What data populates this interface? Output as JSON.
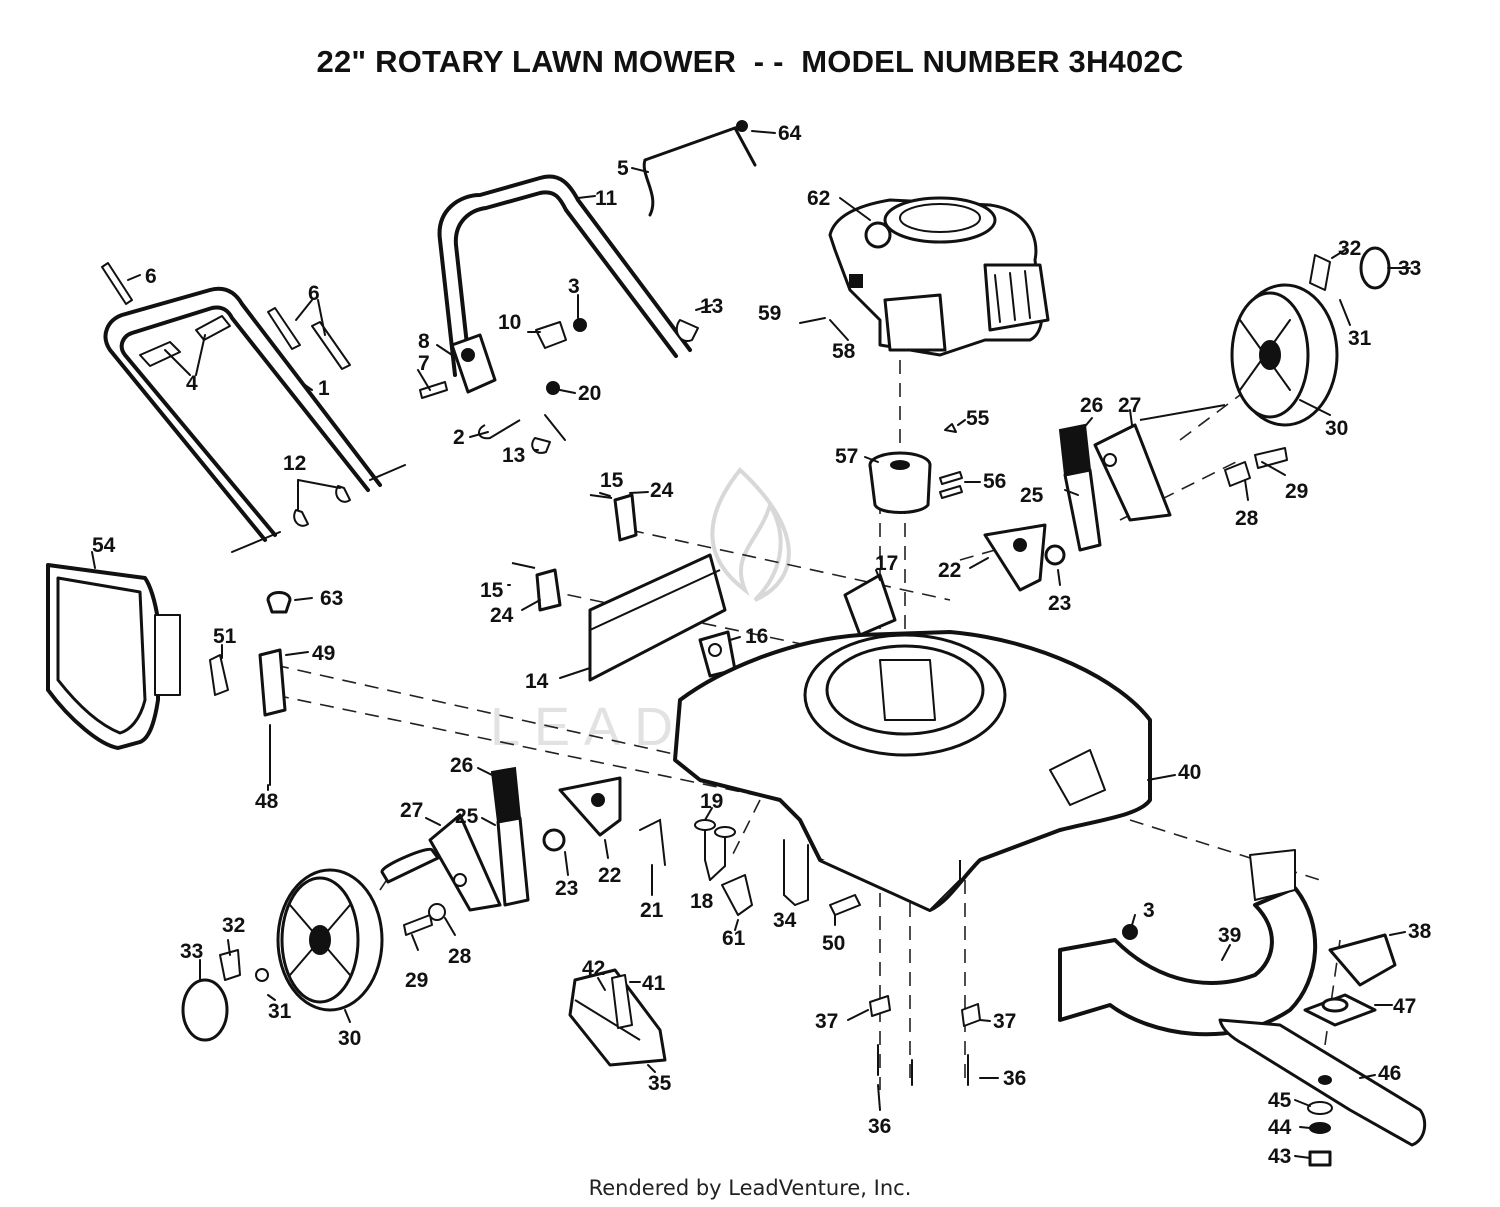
{
  "title": "22\" ROTARY LAWN MOWER  - -  MODEL NUMBER 3H402C",
  "footer": "Rendered by LeadVenture, Inc.",
  "watermark": "LEADVENTURE",
  "callouts": [
    {
      "id": "c64",
      "text": "64"
    },
    {
      "id": "c5",
      "text": "5"
    },
    {
      "id": "c11",
      "text": "11"
    },
    {
      "id": "c62",
      "text": "62"
    },
    {
      "id": "c6a",
      "text": "6"
    },
    {
      "id": "c6b",
      "text": "6"
    },
    {
      "id": "c3a",
      "text": "3"
    },
    {
      "id": "c13a",
      "text": "13"
    },
    {
      "id": "c32a",
      "text": "32"
    },
    {
      "id": "c33a",
      "text": "33"
    },
    {
      "id": "c59",
      "text": "59"
    },
    {
      "id": "c10",
      "text": "10"
    },
    {
      "id": "c31a",
      "text": "31"
    },
    {
      "id": "c8",
      "text": "8"
    },
    {
      "id": "c58",
      "text": "58"
    },
    {
      "id": "c4",
      "text": "4"
    },
    {
      "id": "c7",
      "text": "7"
    },
    {
      "id": "c1",
      "text": "1"
    },
    {
      "id": "c20",
      "text": "20"
    },
    {
      "id": "c55",
      "text": "55"
    },
    {
      "id": "c26a",
      "text": "26"
    },
    {
      "id": "c27a",
      "text": "27"
    },
    {
      "id": "c30a",
      "text": "30"
    },
    {
      "id": "c2",
      "text": "2"
    },
    {
      "id": "c13b",
      "text": "13"
    },
    {
      "id": "c57",
      "text": "57"
    },
    {
      "id": "c56",
      "text": "56"
    },
    {
      "id": "c12",
      "text": "12"
    },
    {
      "id": "c15a",
      "text": "15"
    },
    {
      "id": "c24a",
      "text": "24"
    },
    {
      "id": "c25a",
      "text": "25"
    },
    {
      "id": "c29a",
      "text": "29"
    },
    {
      "id": "c28a",
      "text": "28"
    },
    {
      "id": "c54",
      "text": "54"
    },
    {
      "id": "c17",
      "text": "17"
    },
    {
      "id": "c22a",
      "text": "22"
    },
    {
      "id": "c23a",
      "text": "23"
    },
    {
      "id": "c15b",
      "text": "15"
    },
    {
      "id": "c63",
      "text": "63"
    },
    {
      "id": "c24b",
      "text": "24"
    },
    {
      "id": "c16",
      "text": "16"
    },
    {
      "id": "c51",
      "text": "51"
    },
    {
      "id": "c49",
      "text": "49"
    },
    {
      "id": "c14",
      "text": "14"
    },
    {
      "id": "c26b",
      "text": "26"
    },
    {
      "id": "c40",
      "text": "40"
    },
    {
      "id": "c48",
      "text": "48"
    },
    {
      "id": "c19",
      "text": "19"
    },
    {
      "id": "c27b",
      "text": "27"
    },
    {
      "id": "c25b",
      "text": "25"
    },
    {
      "id": "c22b",
      "text": "22"
    },
    {
      "id": "c23b",
      "text": "23"
    },
    {
      "id": "c21",
      "text": "21"
    },
    {
      "id": "c18",
      "text": "18"
    },
    {
      "id": "c34",
      "text": "34"
    },
    {
      "id": "c3b",
      "text": "3"
    },
    {
      "id": "c38",
      "text": "38"
    },
    {
      "id": "c39",
      "text": "39"
    },
    {
      "id": "c61",
      "text": "61"
    },
    {
      "id": "c50",
      "text": "50"
    },
    {
      "id": "c33b",
      "text": "33"
    },
    {
      "id": "c32b",
      "text": "32"
    },
    {
      "id": "c29b",
      "text": "29"
    },
    {
      "id": "c28b",
      "text": "28"
    },
    {
      "id": "c42",
      "text": "42"
    },
    {
      "id": "c41",
      "text": "41"
    },
    {
      "id": "c47",
      "text": "47"
    },
    {
      "id": "c31b",
      "text": "31"
    },
    {
      "id": "c30b",
      "text": "30"
    },
    {
      "id": "c37a",
      "text": "37"
    },
    {
      "id": "c37b",
      "text": "37"
    },
    {
      "id": "c35",
      "text": "35"
    },
    {
      "id": "c36a",
      "text": "36"
    },
    {
      "id": "c46",
      "text": "46"
    },
    {
      "id": "c45",
      "text": "45"
    },
    {
      "id": "c44",
      "text": "44"
    },
    {
      "id": "c36b",
      "text": "36"
    },
    {
      "id": "c43",
      "text": "43"
    }
  ]
}
